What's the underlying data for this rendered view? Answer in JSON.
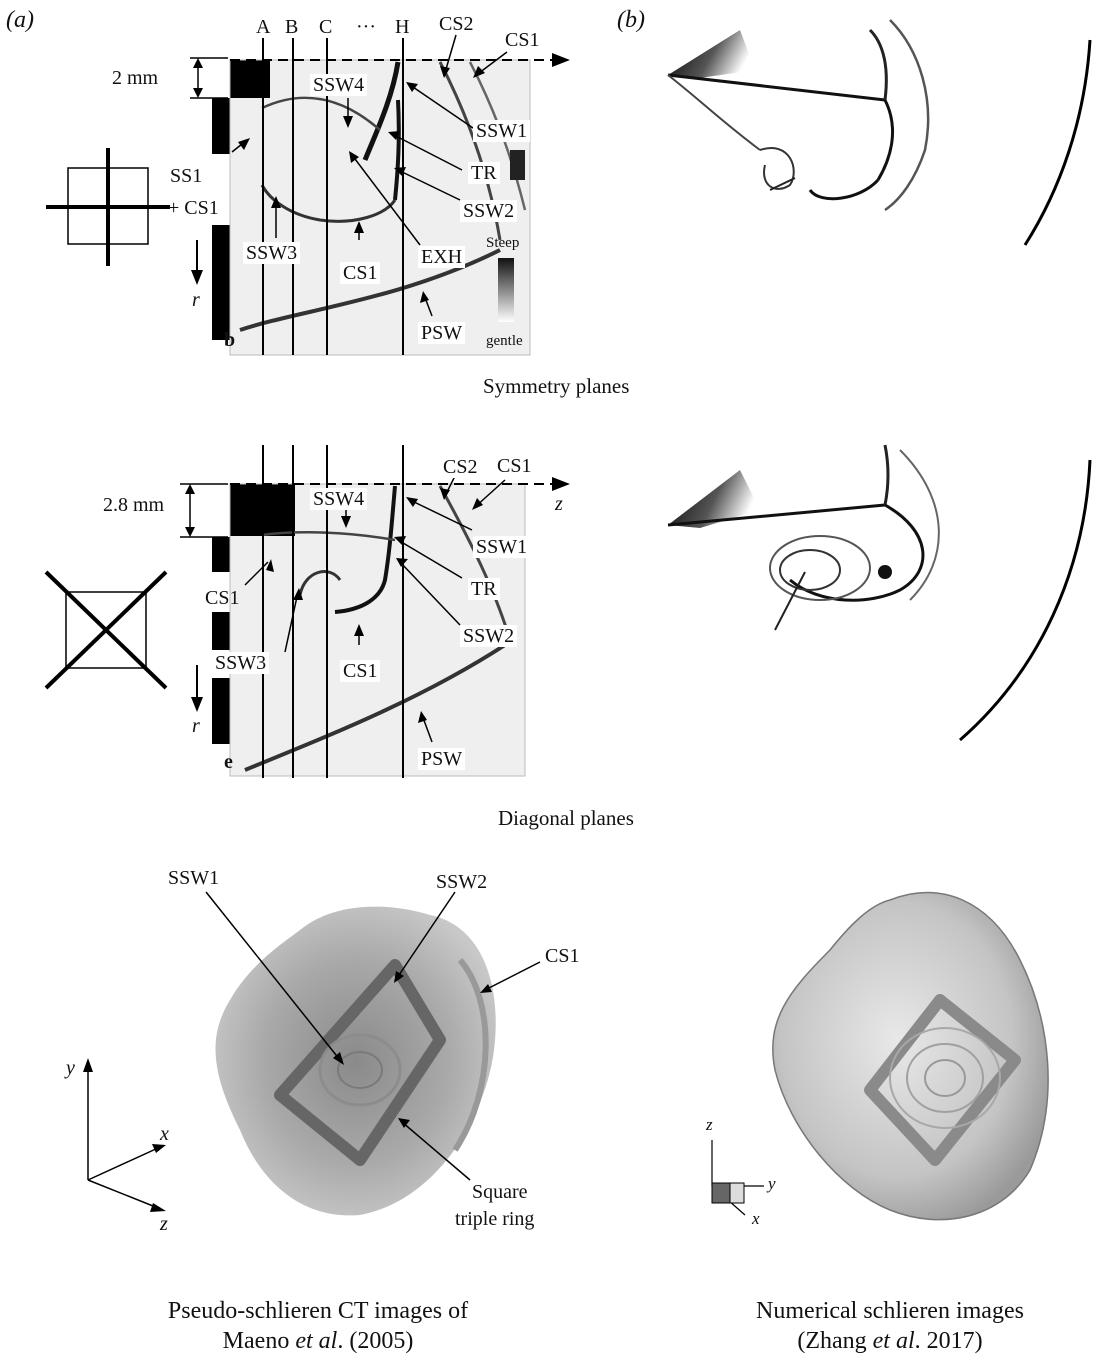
{
  "panels": {
    "a": "(a)",
    "b": "(b)"
  },
  "symmetry": {
    "caption": "Symmetry planes",
    "scale": "2 mm",
    "top_labels": [
      "A",
      "B",
      "C",
      "···",
      "H"
    ],
    "cross_labels": [
      "SS1",
      "+ CS1"
    ],
    "r": "r",
    "sub": "b",
    "labels": {
      "cs2": "CS2",
      "cs1_top": "CS1",
      "ssw4": "SSW4",
      "ssw1": "SSW1",
      "tr": "TR",
      "ssw2": "SSW2",
      "ssw3": "SSW3",
      "cs1_mid": "CS1",
      "exh": "EXH",
      "psw": "PSW"
    },
    "colorbar": {
      "top": "Steep",
      "bottom": "gentle"
    }
  },
  "diagonal": {
    "caption": "Diagonal planes",
    "scale": "2.8 mm",
    "z": "z",
    "r": "r",
    "sub": "e",
    "labels": {
      "cs2": "CS2",
      "cs1_top": "CS1",
      "ssw4": "SSW4",
      "ssw1": "SSW1",
      "tr": "TR",
      "ssw2": "SSW2",
      "cs1_left": "CS1",
      "ssw3": "SSW3",
      "cs1_mid": "CS1",
      "psw": "PSW"
    }
  },
  "bottom_left": {
    "labels": {
      "ssw1": "SSW1",
      "ssw2": "SSW2",
      "cs1": "CS1",
      "ring_1": "Square",
      "ring_2": "triple ring"
    },
    "axes": {
      "y": "y",
      "x": "x",
      "z": "z"
    }
  },
  "bottom_right": {
    "axes": {
      "z": "z",
      "y": "y",
      "x": "x"
    }
  },
  "captions": {
    "left_1": "Pseudo-schlieren CT images of",
    "left_2a": "Maeno ",
    "left_2b": "et al",
    "left_2c": ". (2005)",
    "right_1": "Numerical schlieren images",
    "right_2a": "(Zhang ",
    "right_2b": "et al",
    "right_2c": ". 2017)"
  }
}
